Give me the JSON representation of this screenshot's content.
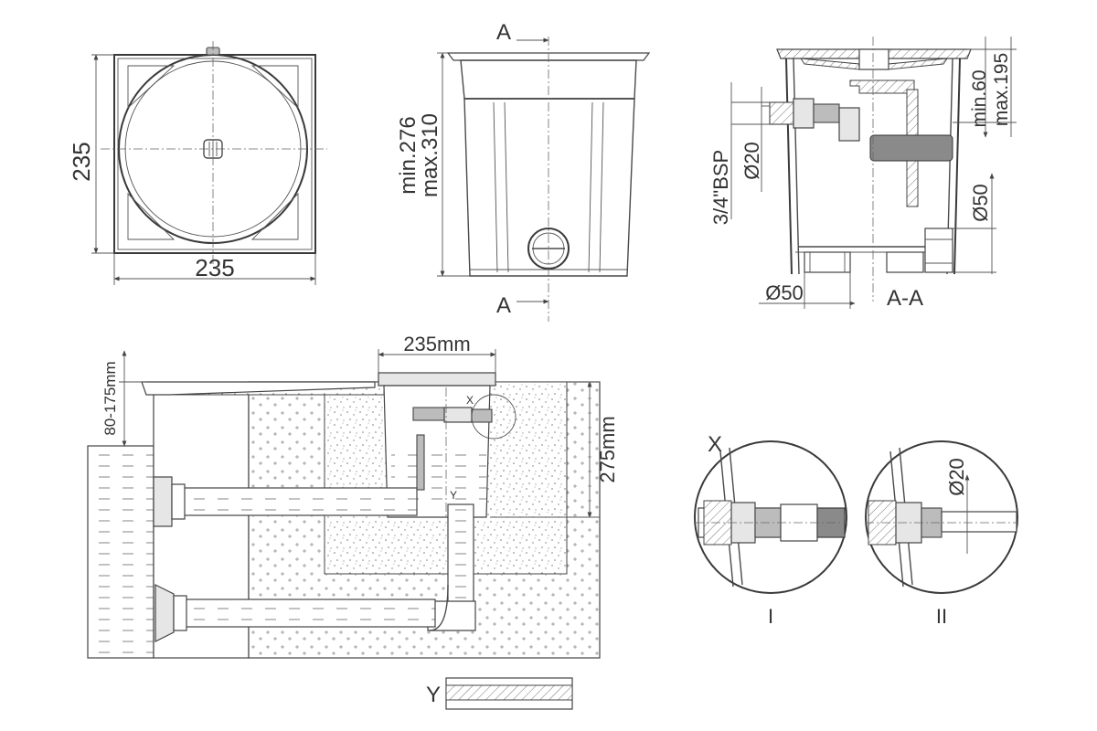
{
  "top_view": {
    "width_label": "235",
    "height_label": "235"
  },
  "front_view": {
    "section_mark_top": "A",
    "section_mark_bottom": "A",
    "height_min": "min.276",
    "height_max": "max.310"
  },
  "section_view": {
    "thread_label": "3/4\"BSP",
    "inlet_diameter": "Ø20",
    "overflow_diameter": "Ø50",
    "bottom_diameter": "Ø50",
    "depth_min": "min.60",
    "depth_max": "max.195",
    "section_name": "A-A"
  },
  "installation_view": {
    "width_label": "235mm",
    "height_label": "275mm",
    "cover_depth": "80-175mm",
    "detail_mark_x": "X",
    "detail_mark_y": "Y"
  },
  "details": {
    "detail_title": "X",
    "detail_one": "I",
    "detail_two": "II",
    "detail_diameter": "Ø20"
  }
}
